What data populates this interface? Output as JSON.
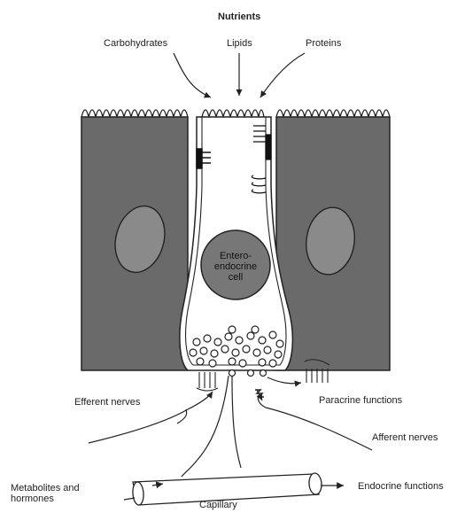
{
  "title": "Nutrients",
  "nutrients": {
    "carbohydrates": "Carbohydrates",
    "lipids": "Lipids",
    "proteins": "Proteins"
  },
  "cell": {
    "line1": "Entero-",
    "line2": "endocrine",
    "line3": "cell"
  },
  "labels": {
    "efferent_nerves": "Efferent nerves",
    "paracrine_functions": "Paracrine functions",
    "afferent_nerves": "Afferent nerves",
    "endocrine_functions": "Endocrine functions",
    "metabolites_line1": "Metabolites and",
    "metabolites_line2": "hormones",
    "capillary": "Capillary"
  },
  "colors": {
    "epithelial_fill": "#6a6a6a",
    "nucleus_fill": "#8a8a8a",
    "outline": "#222222"
  }
}
